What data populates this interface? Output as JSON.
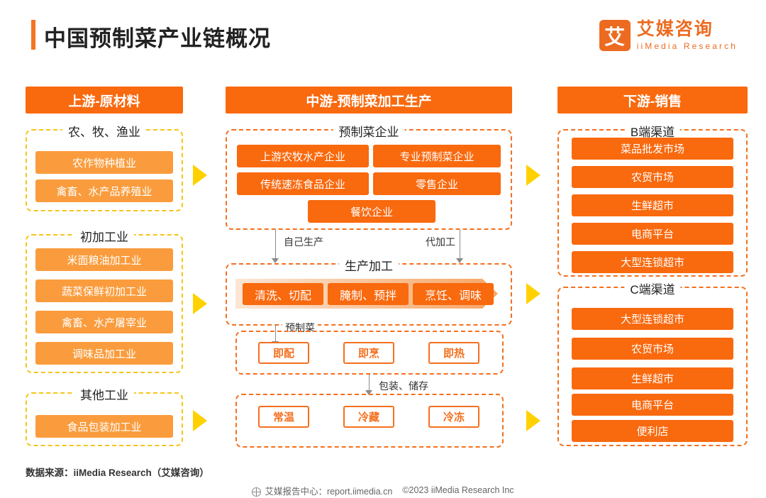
{
  "header": {
    "title": "中国预制菜产业链概况",
    "logo_mark": "艾",
    "logo_cn": "艾媒咨询",
    "logo_en": "iiMedia Research"
  },
  "sections": {
    "upstream": "上游-原材料",
    "midstream": "中游-预制菜加工生产",
    "downstream": "下游-销售"
  },
  "upstream": {
    "groups": [
      {
        "label": "农、牧、渔业",
        "items": [
          "农作物种植业",
          "禽畜、水产品养殖业"
        ]
      },
      {
        "label": "初加工业",
        "items": [
          "米面粮油加工业",
          "蔬菜保鲜初加工业",
          "禽畜、水产屠宰业",
          "调味品加工业"
        ]
      },
      {
        "label": "其他工业",
        "items": [
          "食品包装加工业"
        ]
      }
    ]
  },
  "midstream": {
    "enterprise": {
      "label": "预制菜企业",
      "items": [
        "上游农牧水产企业",
        "专业预制菜企业",
        "传统速冻食品企业",
        "零售企业",
        "餐饮企业"
      ]
    },
    "connectors": {
      "self_produce": "自己生产",
      "oem": "代加工",
      "prepared_dish": "预制菜",
      "packaging": "包装、储存"
    },
    "processing": {
      "label": "生产加工",
      "steps": [
        "清洗、切配",
        "腌制、预拌",
        "烹饪、调味"
      ]
    },
    "product_types": [
      "即配",
      "即烹",
      "即热"
    ],
    "storage_types": [
      "常温",
      "冷藏",
      "冷冻"
    ]
  },
  "downstream": {
    "groups": [
      {
        "label": "B端渠道",
        "items": [
          "菜品批发市场",
          "农贸市场",
          "生鲜超市",
          "电商平台",
          "大型连锁超市"
        ]
      },
      {
        "label": "C端渠道",
        "items": [
          "大型连锁超市",
          "农贸市场",
          "生鲜超市",
          "电商平台",
          "便利店"
        ]
      }
    ]
  },
  "footer": {
    "source": "数据来源：iiMedia Research（艾媒咨询）",
    "report_center": "艾媒报告中心：report.iimedia.cn",
    "copyright": "©2023  iiMedia Research  Inc"
  },
  "colors": {
    "brand_orange": "#F9690E",
    "light_orange": "#FA9C3D",
    "yellow_dash": "#F5C518",
    "orange_dash": "#F4701F",
    "arrow_yellow": "#FFD100"
  }
}
